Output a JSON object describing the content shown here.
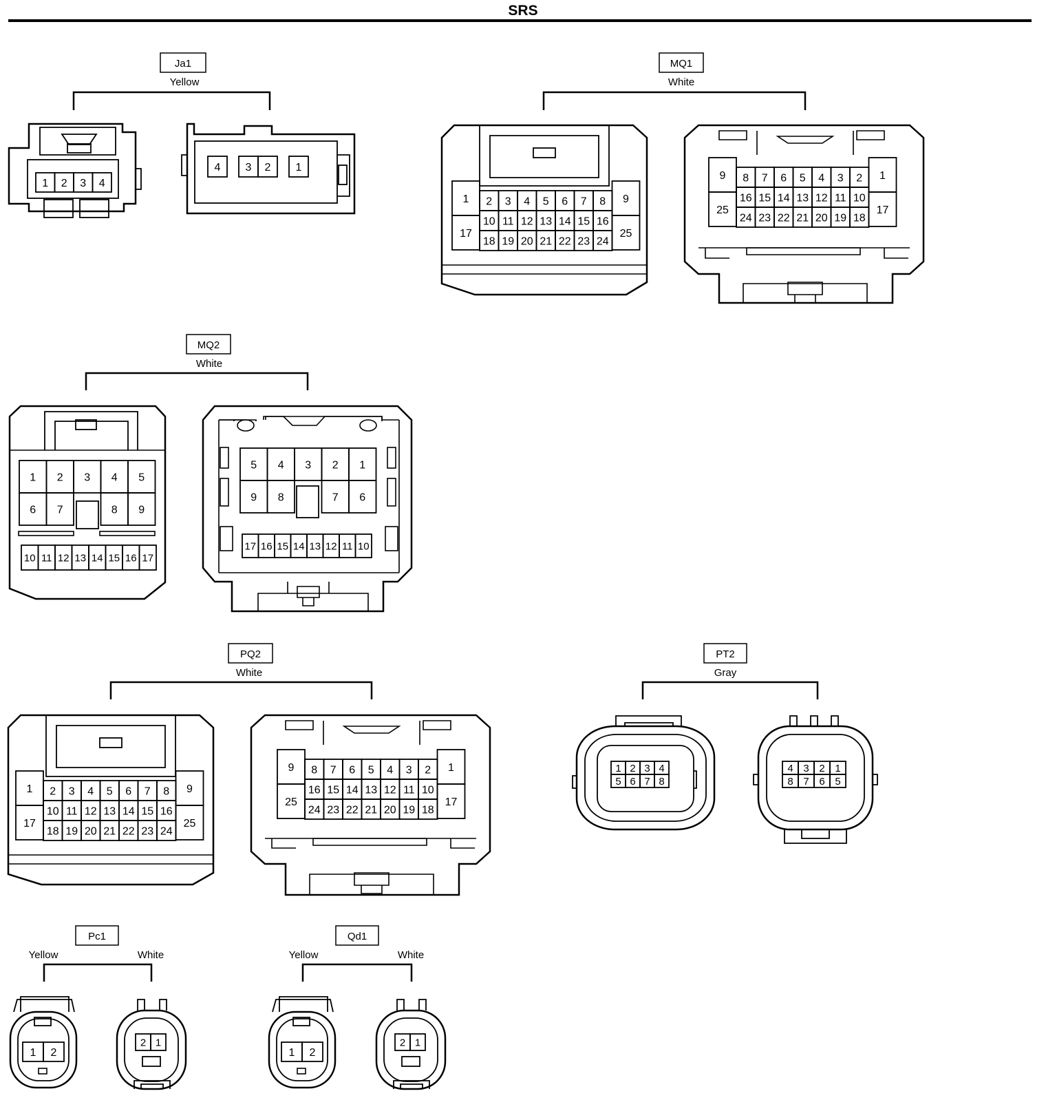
{
  "title": "SRS",
  "connectors": {
    "ja1": {
      "code": "Ja1",
      "color": "Yellow"
    },
    "mq1": {
      "code": "MQ1",
      "color": "White"
    },
    "mq2": {
      "code": "MQ2",
      "color": "White"
    },
    "pq2": {
      "code": "PQ2",
      "color": "White"
    },
    "pt2": {
      "code": "PT2",
      "color": "Gray"
    },
    "pc1": {
      "code": "Pc1",
      "color_left": "Yellow",
      "color_right": "White"
    },
    "qd1": {
      "code": "Qd1",
      "color_left": "Yellow",
      "color_right": "White"
    }
  },
  "pins": {
    "ja1_left": [
      "1",
      "2",
      "3",
      "4"
    ],
    "ja1_right": [
      "4",
      "3",
      "2",
      "1"
    ],
    "big24_left": {
      "top": [
        "2",
        "3",
        "4",
        "5",
        "6",
        "7",
        "8"
      ],
      "mid": [
        "10",
        "11",
        "12",
        "13",
        "14",
        "15",
        "16"
      ],
      "bot": [
        "18",
        "19",
        "20",
        "21",
        "22",
        "23",
        "24"
      ],
      "l1": "1",
      "l2": "17",
      "r1": "9",
      "r2": "25"
    },
    "big24_right": {
      "top": [
        "8",
        "7",
        "6",
        "5",
        "4",
        "3",
        "2"
      ],
      "mid": [
        "16",
        "15",
        "14",
        "13",
        "12",
        "11",
        "10"
      ],
      "bot": [
        "24",
        "23",
        "22",
        "21",
        "20",
        "19",
        "18"
      ],
      "l1": "9",
      "l2": "25",
      "r1": "1",
      "r2": "17"
    },
    "mq2_left": {
      "row1": [
        "1",
        "2",
        "3",
        "4",
        "5"
      ],
      "row2": [
        "6",
        "7",
        "8",
        "9"
      ],
      "row3": [
        "10",
        "11",
        "12",
        "13",
        "14",
        "15",
        "16",
        "17"
      ]
    },
    "mq2_right": {
      "row1": [
        "5",
        "4",
        "3",
        "2",
        "1"
      ],
      "row2": [
        "9",
        "8",
        "7",
        "6"
      ],
      "row3": [
        "17",
        "16",
        "15",
        "14",
        "13",
        "12",
        "11",
        "10"
      ]
    },
    "pt2_left": {
      "row1": [
        "1",
        "2",
        "3",
        "4"
      ],
      "row2": [
        "5",
        "6",
        "7",
        "8"
      ]
    },
    "pt2_right": {
      "row1": [
        "4",
        "3",
        "2",
        "1"
      ],
      "row2": [
        "8",
        "7",
        "6",
        "5"
      ]
    },
    "two_left": [
      "1",
      "2"
    ],
    "two_right": [
      "2",
      "1"
    ]
  }
}
